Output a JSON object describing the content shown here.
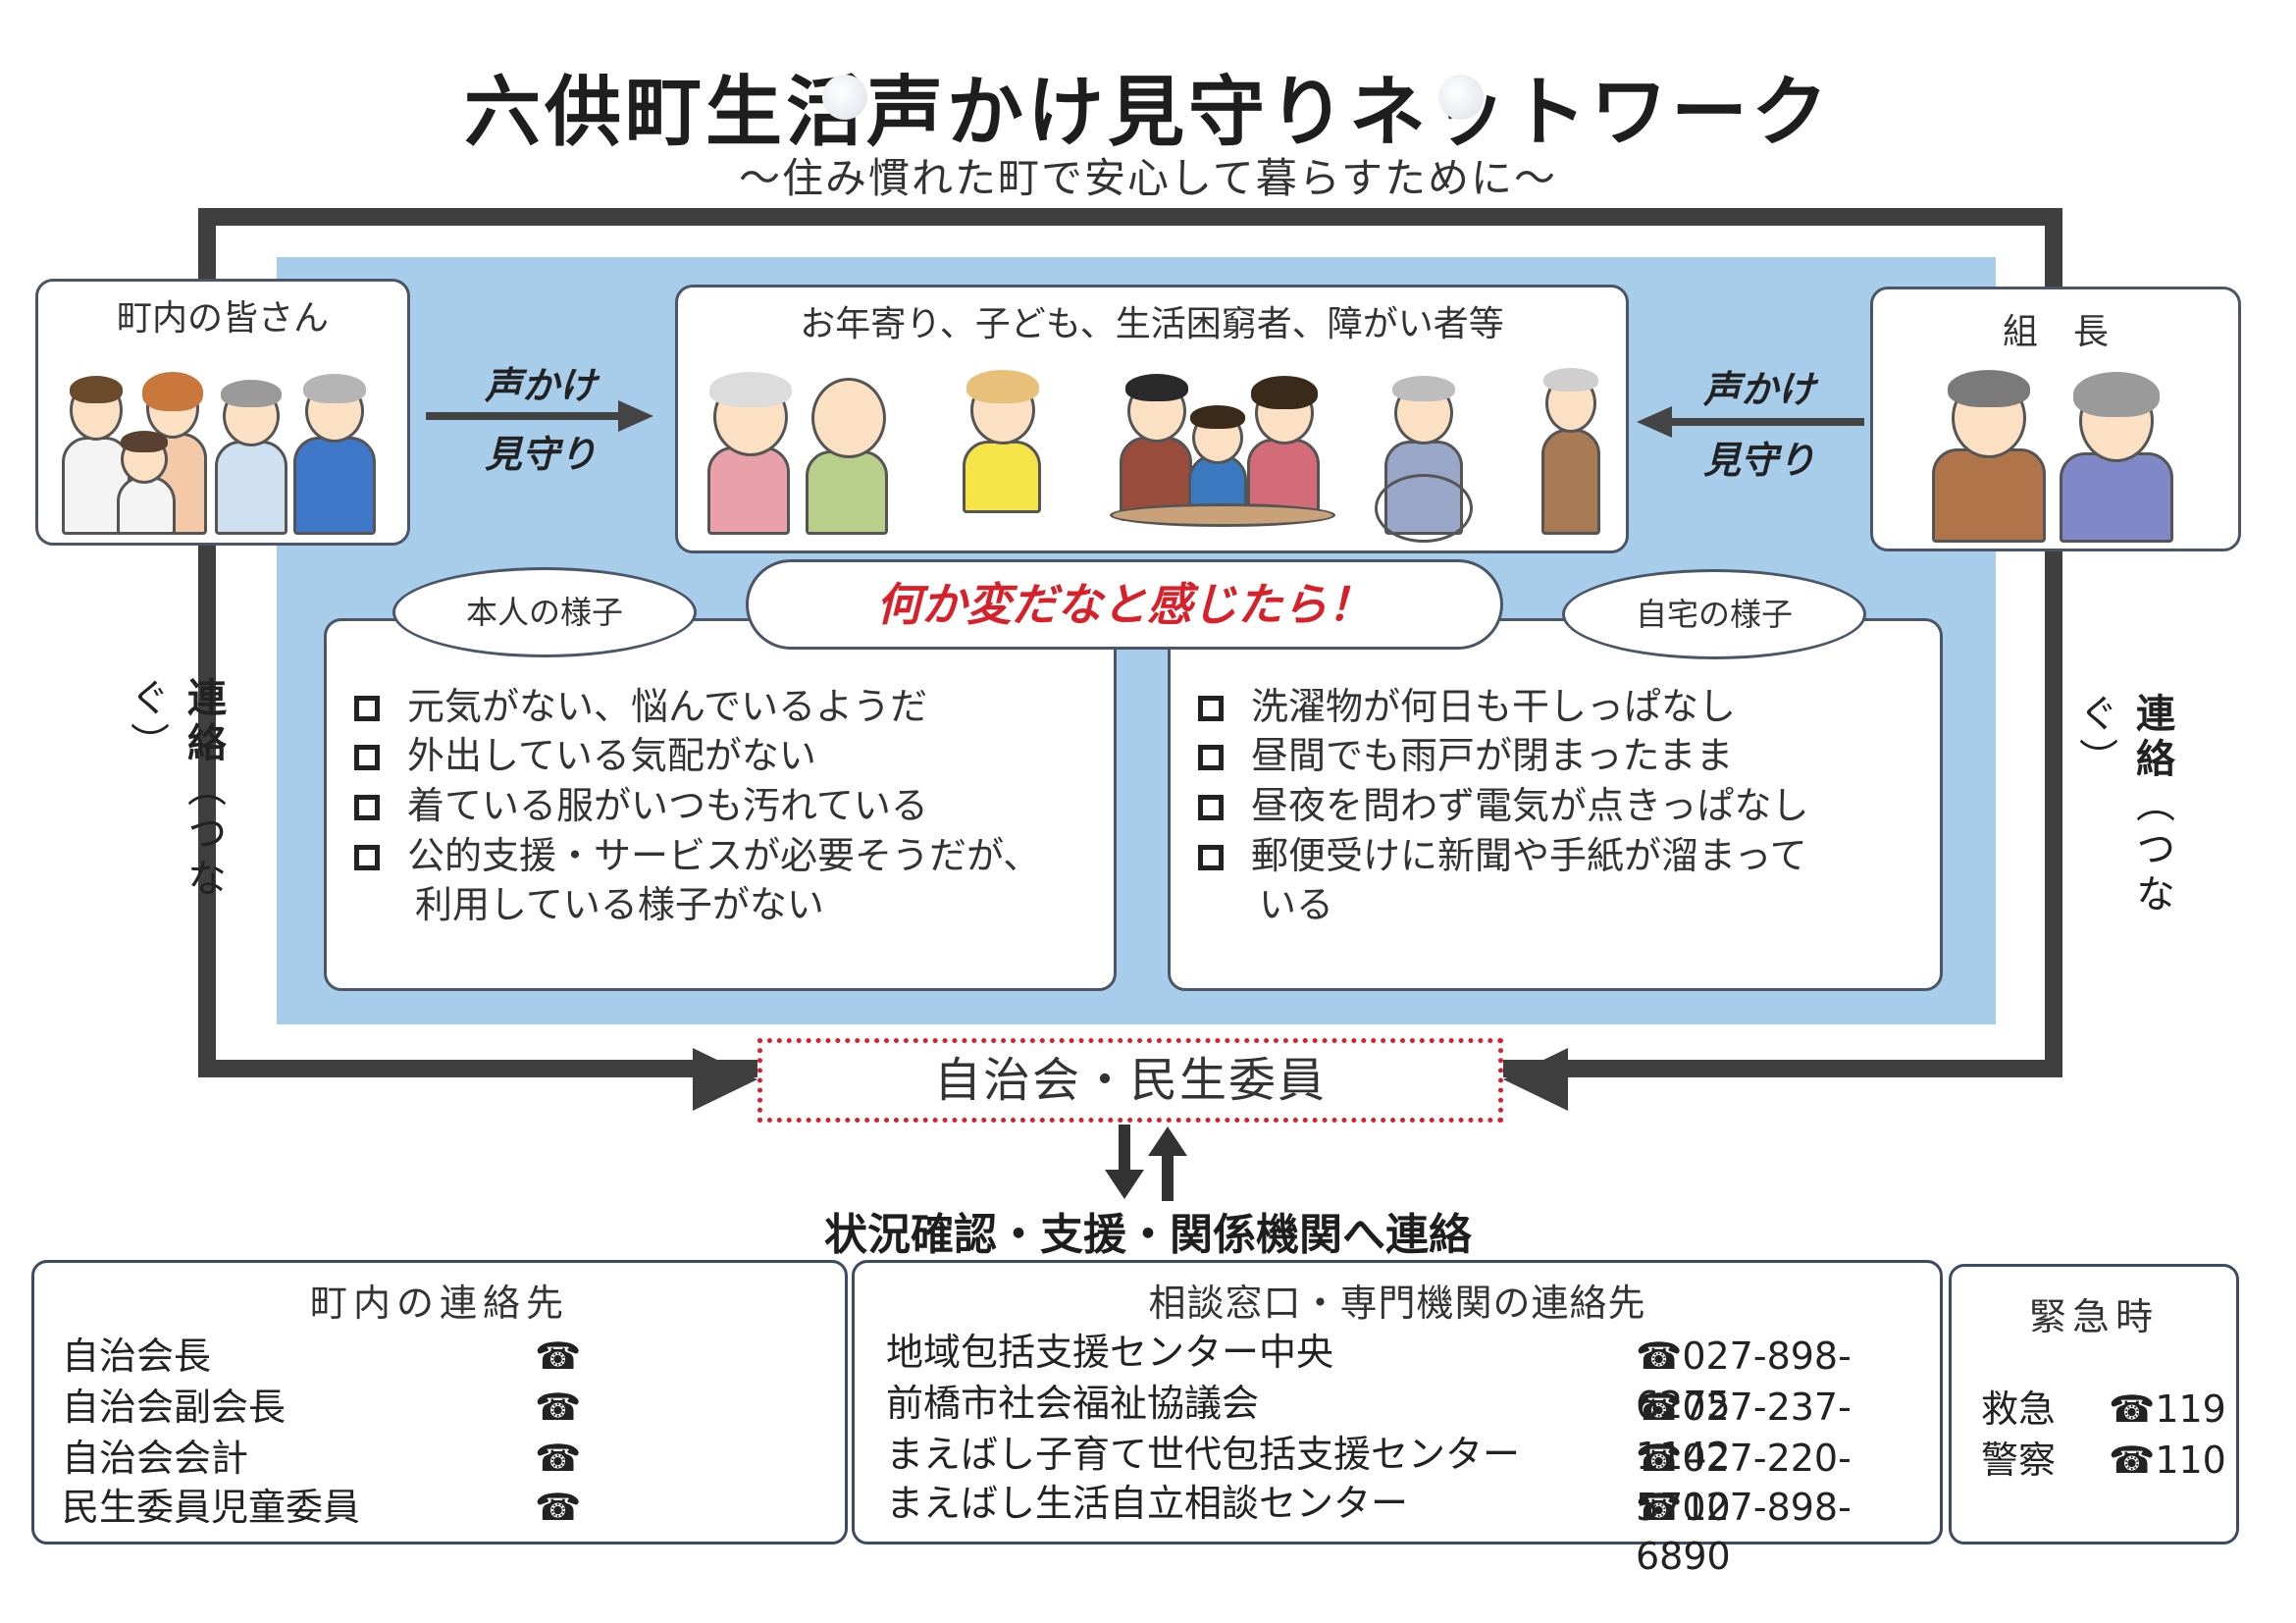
{
  "header": {
    "title": "六供町生活声かけ見守りネットワーク",
    "subtitle": "〜住み慣れた町で安心して暮らすために〜"
  },
  "residents": {
    "label": "町内の皆さん"
  },
  "targets": {
    "label": "お年寄り、子ども、生活困窮者、障がい者等"
  },
  "leader": {
    "label": "組　長"
  },
  "arrows": {
    "left_line1": "声かけ",
    "left_line2": "見守り",
    "right_line1": "声かけ",
    "right_line2": "見守り"
  },
  "alert": {
    "text": "何か変だなと感じたら！"
  },
  "person_state": {
    "label": "本人の様子",
    "items": [
      "元気がない、悩んでいるようだ",
      "外出している気配がない",
      "着ている服がいつも汚れている",
      "公的支援・サービスが必要そうだが、"
    ],
    "continuation": "利用している様子がない"
  },
  "home_state": {
    "label": "自宅の様子",
    "items": [
      "洗濯物が何日も干しっぱなし",
      "昼間でも雨戸が閉まったまま",
      "昼夜を問わず電気が点きっぱなし",
      "郵便受けに新聞や手紙が溜まって"
    ],
    "continuation": "いる"
  },
  "side": {
    "left_main": "連絡",
    "left_paren": "（つなぐ）",
    "right_main": "連絡",
    "right_paren": "（つなぐ）"
  },
  "organization": {
    "label": "自治会・民生委員"
  },
  "result": {
    "text": "状況確認・支援・関係機関へ連絡"
  },
  "town_contacts": {
    "title": "町内の連絡先",
    "rows": [
      {
        "name": "自治会長",
        "tel": "☎"
      },
      {
        "name": "自治会副会長",
        "tel": "☎"
      },
      {
        "name": "自治会会計",
        "tel": "☎"
      },
      {
        "name": "民生委員児童委員",
        "tel": "☎"
      }
    ]
  },
  "agency_contacts": {
    "title": "相談窓口・専門機関の連絡先",
    "rows": [
      {
        "name": "地域包括支援センター中央",
        "tel": "☎027-898-6275"
      },
      {
        "name": "前橋市社会福祉協議会",
        "tel": "☎027-237-1142"
      },
      {
        "name": "まえばし子育て世代包括支援センター",
        "tel": "☎027-220-5710"
      },
      {
        "name": "まえばし生活自立相談センター",
        "tel": "☎027-898-6890"
      }
    ]
  },
  "emergency": {
    "title": "緊急時",
    "rows": [
      {
        "name": "救急",
        "tel": "☎119"
      },
      {
        "name": "警察",
        "tel": "☎110"
      }
    ]
  },
  "colors": {
    "panel_blue": "#a8cdea",
    "alert_red": "#d8202a",
    "frame_gray": "#3f3f3f"
  }
}
